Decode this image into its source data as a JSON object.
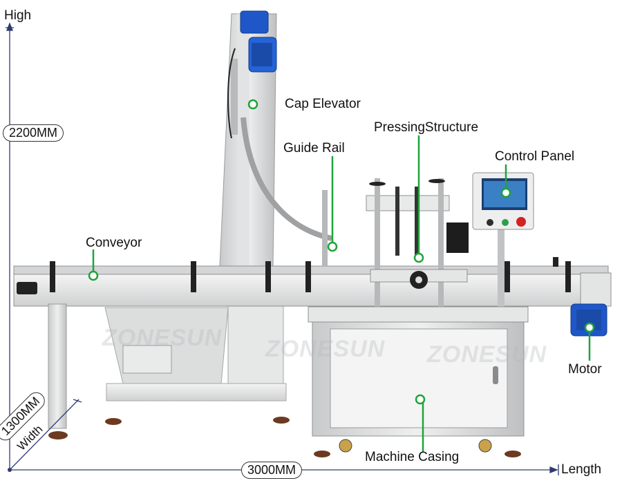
{
  "dimensions": {
    "height_axis": "High",
    "height_value": "2200MM",
    "length_axis": "Length",
    "length_value": "3000MM",
    "width_value": "1300MM",
    "width_axis": "Width"
  },
  "callouts": {
    "cap_elevator": "Cap Elevator",
    "pressing_structure": "PressingStructure",
    "guide_rail": "Guide Rail",
    "control_panel": "Control Panel",
    "conveyor": "Conveyor",
    "motor": "Motor",
    "machine_casing": "Machine Casing"
  },
  "watermark": "ZONESUN",
  "colors": {
    "callout_dot": "#1fa33a",
    "motor_blue": "#1f57c8",
    "steel": "#d9dadb"
  }
}
